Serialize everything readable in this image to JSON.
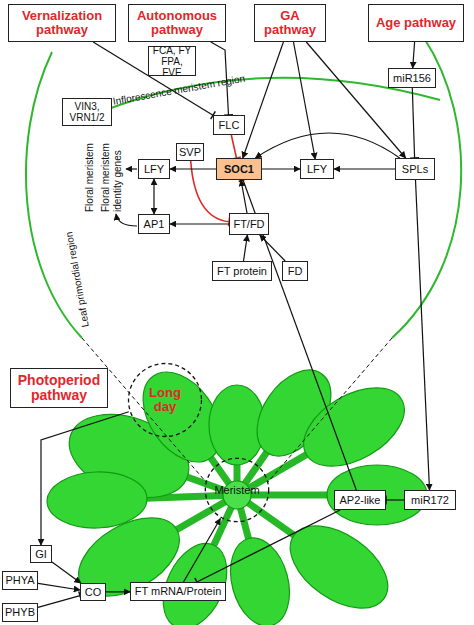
{
  "diagram": {
    "nodes": [
      {
        "text": [
          "Vernalization pathway"
        ]
      },
      {
        "text": [
          "Autonomous pathway"
        ]
      },
      {
        "text": [
          "GA pathway"
        ]
      },
      {
        "text": [
          "Age pathway"
        ]
      },
      {
        "text": [
          "FCA, FY FPA, FVE"
        ]
      },
      {
        "text": [
          "miR156"
        ]
      },
      {
        "text": [
          "VIN3, VRN1/2"
        ]
      },
      {
        "text": [
          "FLC"
        ]
      },
      {
        "text": [
          "SVP"
        ]
      },
      {
        "text": [
          "SOC1"
        ]
      },
      {
        "text": [
          "LFY"
        ]
      },
      {
        "text": [
          "LFY"
        ]
      },
      {
        "text": [
          "SPLs"
        ]
      },
      {
        "text": [
          "AP1"
        ]
      },
      {
        "text": [
          "FT/FD"
        ]
      },
      {
        "text": [
          "FT protein"
        ]
      },
      {
        "text": [
          "FD"
        ]
      },
      {
        "text": [
          "Photoperiod pathway"
        ]
      },
      {
        "text": [
          "Long day"
        ]
      },
      {
        "text": [
          "Meristem"
        ]
      },
      {
        "text": [
          "AP2-like"
        ]
      },
      {
        "text": [
          "miR172"
        ]
      },
      {
        "text": [
          "GI"
        ]
      },
      {
        "text": [
          "PHYA"
        ]
      },
      {
        "text": [
          "CO"
        ]
      },
      {
        "text": [
          "FT mRNA/Protein"
        ]
      },
      {
        "text": [
          "PHYB"
        ]
      }
    ],
    "edges": [
      {
        "from": 0,
        "to": 7,
        "arrow": "to"
      },
      {
        "from": 1,
        "to": 7,
        "arrow": "to"
      },
      {
        "from": 2,
        "to": 9,
        "arrow": "to"
      },
      {
        "from": 2,
        "to": 11,
        "arrow": "to"
      },
      {
        "from": 2,
        "to": 12,
        "arrow": "to"
      },
      {
        "from": 3,
        "to": 5,
        "arrow": "to"
      },
      {
        "from": 5,
        "to": 12,
        "arrow": "to"
      },
      {
        "from": 7,
        "to": 9,
        "arrow": "to"
      },
      {
        "from": 8,
        "to": 14,
        "arrow": "to"
      },
      {
        "from": 9,
        "to": 11,
        "arrow": "to"
      },
      {
        "from": 12,
        "to": 11,
        "arrow": "to"
      },
      {
        "from": 12,
        "to": 9,
        "arrow": "to"
      },
      {
        "from": 9,
        "to": 10,
        "arrow": "to"
      },
      {
        "from": 10,
        "to": 13,
        "arrow": "both"
      },
      {
        "from": 14,
        "to": 9,
        "arrow": "to"
      },
      {
        "from": 14,
        "to": 13,
        "arrow": "to"
      },
      {
        "from": 15,
        "to": 14,
        "arrow": "to"
      },
      {
        "from": 16,
        "to": 14,
        "arrow": "to"
      },
      {
        "from": 18,
        "to": 22,
        "arrow": "to"
      },
      {
        "from": 22,
        "to": 24,
        "arrow": "to"
      },
      {
        "from": 23,
        "to": 24,
        "arrow": "to"
      },
      {
        "from": 26,
        "to": 24,
        "arrow": "to"
      },
      {
        "from": 24,
        "to": 25,
        "arrow": "to"
      },
      {
        "from": 25,
        "to": 19,
        "arrow": "to"
      },
      {
        "from": 12,
        "to": 21,
        "arrow": "to"
      },
      {
        "from": 21,
        "to": 20,
        "arrow": "to"
      },
      {
        "from": 20,
        "to": 9,
        "arrow": "to"
      },
      {
        "from": 20,
        "to": 25,
        "arrow": "to"
      }
    ],
    "labels": [
      "Inflorescence meristem region",
      "Floral meristem",
      "Floral meristem identity genes",
      "Leaf primordial region"
    ]
  }
}
